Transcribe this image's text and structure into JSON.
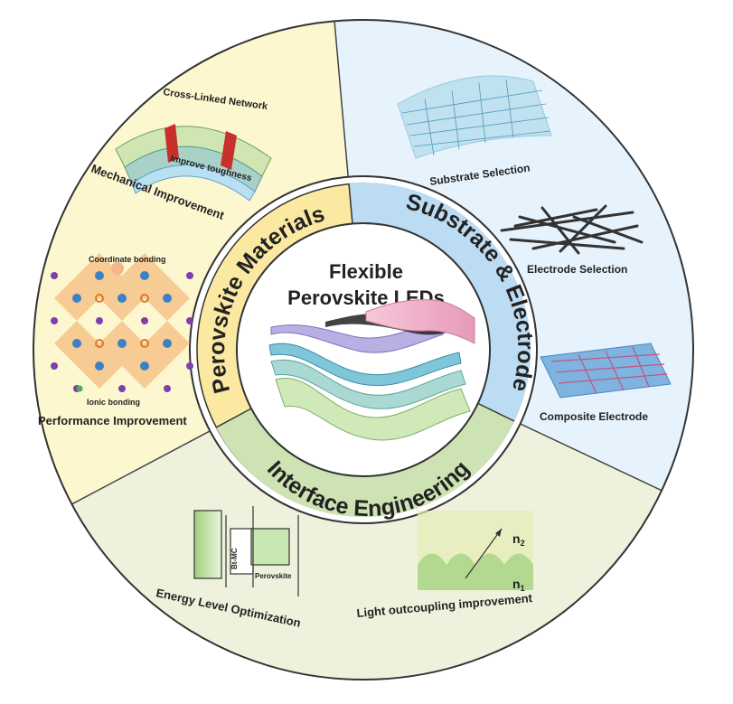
{
  "center": {
    "title_line1": "Flexible",
    "title_line2": "Perovskite LEDs"
  },
  "sectors": {
    "perovskite": {
      "title": "Perovskite Materials",
      "color": "#fdf7cf",
      "band_color": "#fbe9a1",
      "items": {
        "crosslinked": "Cross-Linked Network",
        "toughness": "Improve toughness",
        "mechanical": "Mechanical Improvement",
        "coordinate": "Coordinate bonding",
        "ionic": "Ionic bonding",
        "performance": "Performance Improvement"
      }
    },
    "substrate": {
      "title": "Substrate & Electrode",
      "color": "#e7f3fc",
      "band_color": "#bcdcf3",
      "items": {
        "substrate": "Substrate Selection",
        "electrode": "Electrode Selection",
        "composite": "Composite Electrode"
      }
    },
    "interface": {
      "title": "Interface Engineering",
      "color": "#eef2dc",
      "band_color": "#cde3b3",
      "items": {
        "energy": "Energy Level Optimization",
        "btlmc": "Bt-MC",
        "perovskite_layer": "Perovskite",
        "light": "Light outcoupling improvement",
        "n2": "n",
        "n2_sub": "2",
        "n1": "n",
        "n1_sub": "1"
      }
    }
  }
}
